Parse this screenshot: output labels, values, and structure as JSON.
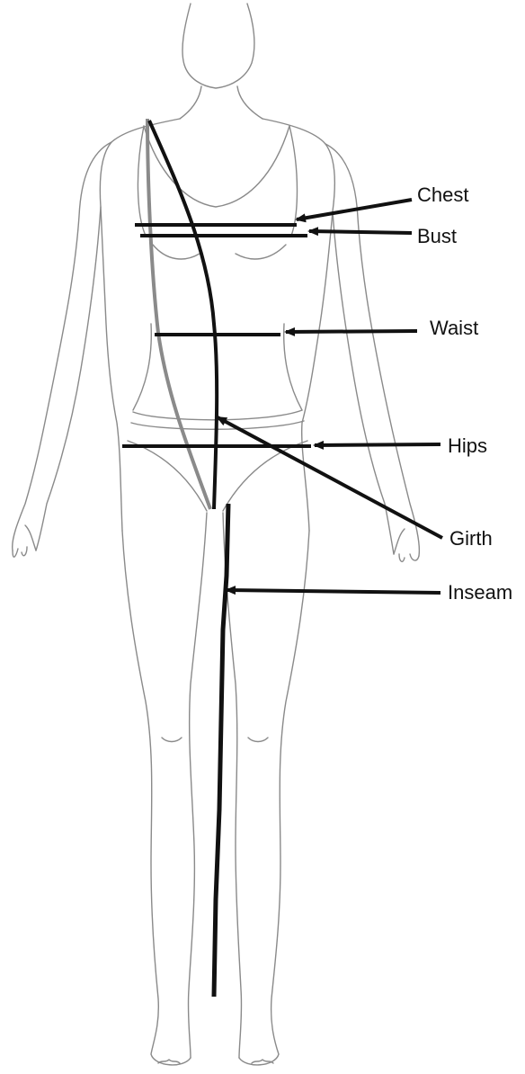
{
  "labels": {
    "chest": "Chest",
    "bust": "Bust",
    "waist": "Waist",
    "hips": "Hips",
    "girth": "Girth",
    "inseam": "Inseam"
  },
  "colors": {
    "measure_line": "#111111",
    "girth_back_line": "#8a8a8a",
    "figure_outline": "#8a8a8a"
  }
}
